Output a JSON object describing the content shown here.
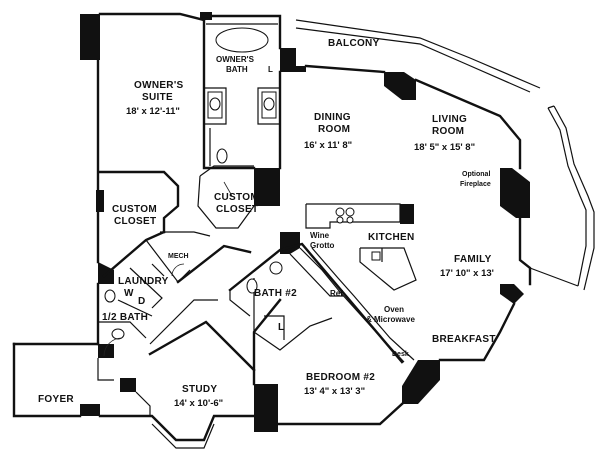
{
  "rooms": {
    "balcony": {
      "name": "BALCONY"
    },
    "owners_bath": {
      "line1": "OWNER'S",
      "line2": "BATH",
      "l": "L"
    },
    "owners_suite": {
      "line1": "OWNER'S",
      "line2": "SUITE",
      "dim": "18' x 12'-11\""
    },
    "dining": {
      "line1": "DINING",
      "line2": "ROOM",
      "dim": "16' x 11' 8\""
    },
    "living": {
      "line1": "LIVING",
      "line2": "ROOM",
      "dim": "18' 5\" x 15' 8\""
    },
    "fireplace": {
      "line1": "Optional",
      "line2": "Fireplace"
    },
    "custom_closet_1": {
      "line1": "CUSTOM",
      "line2": "CLOSET"
    },
    "custom_closet_2": {
      "line1": "CUSTOM",
      "line2": "CLOSET"
    },
    "kitchen": {
      "name": "KITCHEN"
    },
    "wine": {
      "line1": "Wine",
      "line2": "Grotto"
    },
    "family": {
      "name": "FAMILY",
      "dim": "17' 10\" x 13'"
    },
    "mech": {
      "name": "MECH"
    },
    "laundry": {
      "name": "LAUNDRY",
      "w": "W",
      "d": "D"
    },
    "half_bath": {
      "name": "1/2 BATH"
    },
    "bath2": {
      "name": "BATH #2",
      "l": "L"
    },
    "ref": {
      "name": "Ref"
    },
    "oven": {
      "line1": "Oven",
      "line2": "& Microwave"
    },
    "desk": {
      "name": "Desk"
    },
    "breakfast": {
      "name": "BREAKFAST"
    },
    "bedroom2": {
      "name": "BEDROOM #2",
      "dim": "13' 4\" x 13' 3\""
    },
    "study": {
      "name": "STUDY",
      "dim": "14' x 10'-6\""
    },
    "foyer": {
      "name": "FOYER"
    }
  }
}
